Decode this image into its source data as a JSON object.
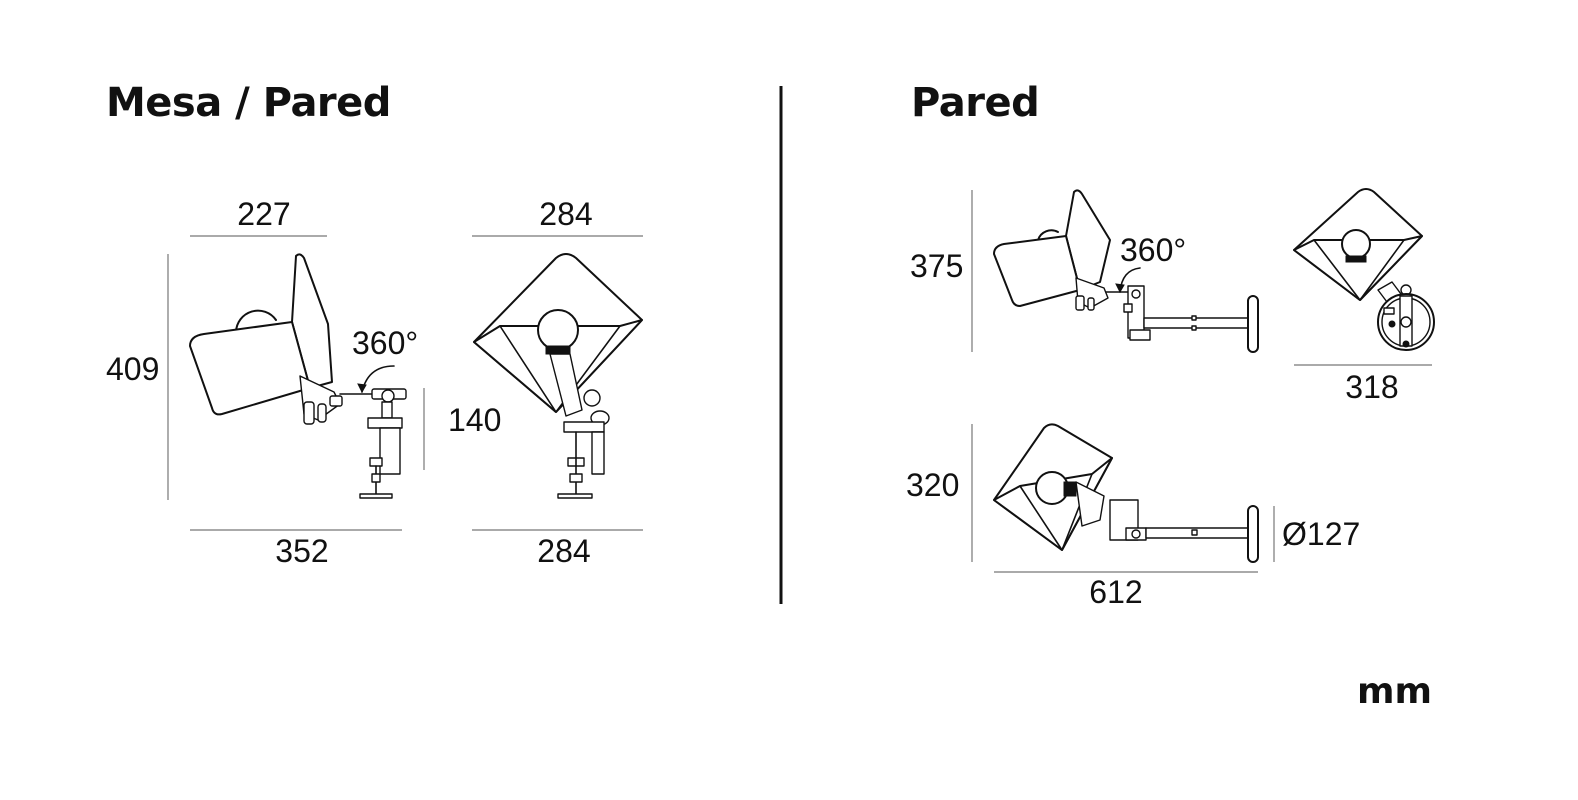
{
  "sections": {
    "left_title": "Mesa / Pared",
    "right_title": "Pared"
  },
  "dimensions": {
    "table_side_top": "227",
    "table_side_height": "409",
    "table_side_bottom": "352",
    "table_side_rotation": "360°",
    "table_side_clamp": "140",
    "table_front_top": "284",
    "table_front_bottom": "284",
    "wall_side_height": "375",
    "wall_side_rotation": "360°",
    "wall_front_width": "318",
    "wall_top_height": "320",
    "wall_top_plate": "Ø127",
    "wall_top_length": "612"
  },
  "unit": "mm"
}
